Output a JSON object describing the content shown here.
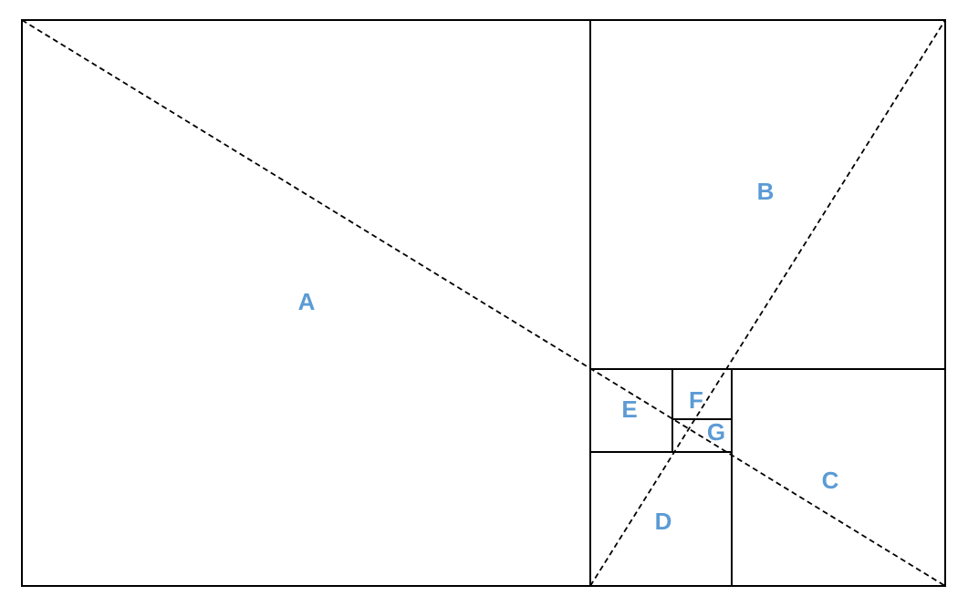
{
  "diagram": {
    "labels": {
      "a": "A",
      "b": "B",
      "c": "C",
      "d": "D",
      "e": "E",
      "f": "F",
      "g": "G"
    },
    "colors": {
      "label": "#5b9bd5",
      "line": "#000000",
      "background": "#ffffff"
    }
  }
}
